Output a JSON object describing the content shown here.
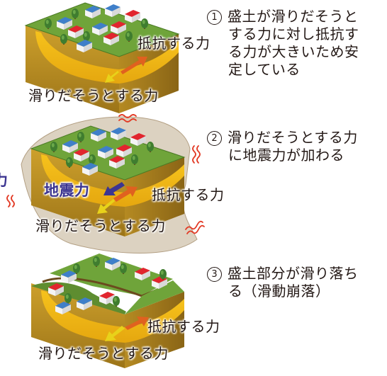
{
  "panels": [
    {
      "number": "1",
      "description": "盛土が滑りだそうとする力に対し抵抗する力が大きいため安定している",
      "description_lines": [
        "盛土が滑りだそうと",
        "する力に対し抵抗す",
        "る力が大きいため安",
        "定している"
      ],
      "label_resist": "抵抗する力",
      "label_slide": "滑りだそうとする力"
    },
    {
      "number": "2",
      "description": "滑りだそうとする力に地震力が加わる",
      "description_lines": [
        "滑りだそうとする力",
        "に地震力が加わる"
      ],
      "label_quake": "地震力",
      "label_resist": "抵抗する力",
      "label_slide": "滑りだそうとする力",
      "label_cropped": "力"
    },
    {
      "number": "3",
      "description": "盛土部分が滑り落ちる（滑動崩落）",
      "description_lines": [
        "盛土部分が滑り落ち",
        "る（滑動崩落）"
      ],
      "label_resist": "抵抗する力",
      "label_slide": "滑りだそうとする力"
    }
  ],
  "colors": {
    "grass_top": "#6fa43a",
    "soil_side": "#c79a2a",
    "fill_layer": "#f2bb14",
    "arrow_resist": "#e0611f",
    "arrow_slide": "#e8d21a",
    "arrow_quake": "#3c3591",
    "shake_marks": "#e23a25",
    "house_roof_red": "#e1252e",
    "house_roof_blue": "#3f7fc9"
  }
}
